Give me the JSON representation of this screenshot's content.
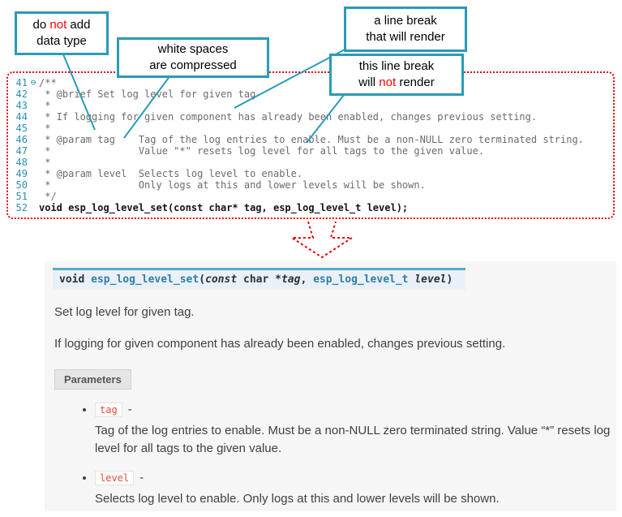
{
  "callouts": {
    "c1": {
      "l1a": "do ",
      "l1b": "not",
      "l1c": " add",
      "l2": "data type"
    },
    "c2": {
      "l1": "white spaces",
      "l2": "are compressed"
    },
    "c3": {
      "l1": "a line break",
      "l2": "that will render"
    },
    "c4": {
      "l1": "this line break",
      "l2a": "will ",
      "l2b": "not",
      "l2c": " render"
    }
  },
  "code": {
    "lines": [
      {
        "num": "41",
        "fold": "⊖",
        "text": "/**"
      },
      {
        "num": "42",
        "text": " * @brief Set log level for given tag"
      },
      {
        "num": "43",
        "text": " *"
      },
      {
        "num": "44",
        "text": " * If logging for given component has already been enabled, changes previous setting."
      },
      {
        "num": "45",
        "text": " *"
      },
      {
        "num": "46",
        "text": " * @param tag    Tag of the log entries to enable. Must be a non-NULL zero terminated string."
      },
      {
        "num": "47",
        "text": " *               Value \"*\" resets log level for all tags to the given value."
      },
      {
        "num": "48",
        "text": " *"
      },
      {
        "num": "49",
        "text": " * @param level  Selects log level to enable."
      },
      {
        "num": "50",
        "text": " *               Only logs at this and lower levels will be shown."
      },
      {
        "num": "51",
        "text": " */"
      },
      {
        "num": "52",
        "text": "void esp_log_level_set(const char* tag, esp_log_level_t level);"
      }
    ]
  },
  "docs": {
    "signature": {
      "ret": "void ",
      "name": "esp_log_level_set",
      "open": "(",
      "const_kw": "const",
      "char_ptr": " char *",
      "arg1": "tag",
      "comma": ", ",
      "type2": "esp_log_level_t ",
      "arg2": "level",
      "close": ")"
    },
    "p1": "Set log level for given tag.",
    "p2": "If logging for given component has already been enabled, changes previous setting.",
    "params_label": "Parameters",
    "params": [
      {
        "name": "tag",
        "dash": "-",
        "desc": "Tag of the log entries to enable. Must be a non-NULL zero terminated string. Value “*” resets log level for all tags to the given value."
      },
      {
        "name": "level",
        "dash": "-",
        "desc": "Selects log level to enable. Only logs at this and lower levels will be shown."
      }
    ]
  },
  "colors": {
    "callout_border": "#2a9ab8",
    "callout_emphasis": "#ff0000",
    "code_border": "#e60000",
    "line_number": "#2b91af",
    "comment_text": "#6b6b6b",
    "literal_red": "#e74c3c",
    "signature_accent": "#5da8c6",
    "signature_bg": "#e9f1f6",
    "docs_bg": "#f6f6f6"
  }
}
